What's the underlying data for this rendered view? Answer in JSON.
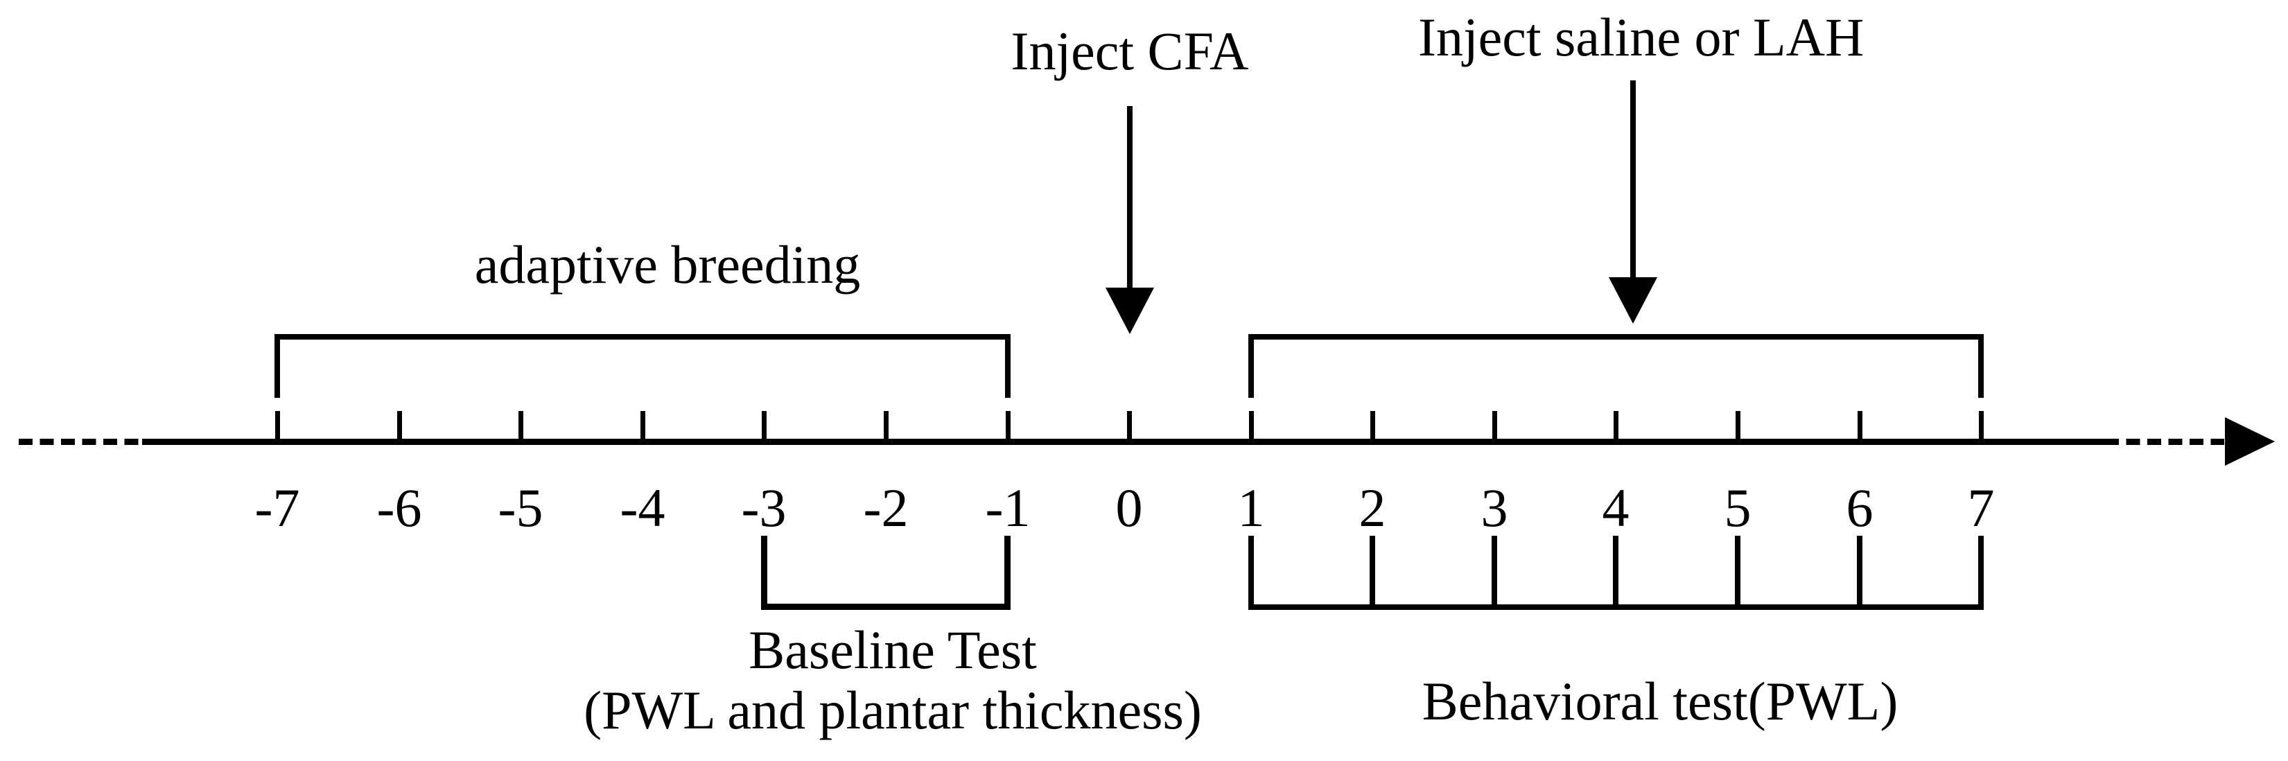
{
  "figure": {
    "colors": {
      "ink": "#000000",
      "background": "#ffffff"
    },
    "axis": {
      "tick_labels": [
        "-7",
        "-6",
        "-5",
        "-4",
        "-3",
        "-2",
        "-1",
        "0",
        "1",
        "2",
        "3",
        "4",
        "5",
        "6",
        "7"
      ],
      "left_end": "dashed",
      "right_end": "dashed-with-arrowhead"
    },
    "events": [
      {
        "label": "Inject CFA",
        "points_at_day": 0
      },
      {
        "label": "Inject saline or LAH",
        "points_at_day": 4
      }
    ],
    "phases_above": [
      {
        "label": "adaptive breeding",
        "from_day": -7,
        "to_day": -1
      },
      {
        "label": "",
        "from_day": 1,
        "to_day": 7
      }
    ],
    "phases_below": [
      {
        "label_lines": [
          "Baseline Test",
          "(PWL and plantar thickness)"
        ],
        "from_day": -3,
        "to_day": -1
      },
      {
        "label": "Behavioral test(PWL)",
        "from_day": 1,
        "to_day": 7
      }
    ]
  }
}
